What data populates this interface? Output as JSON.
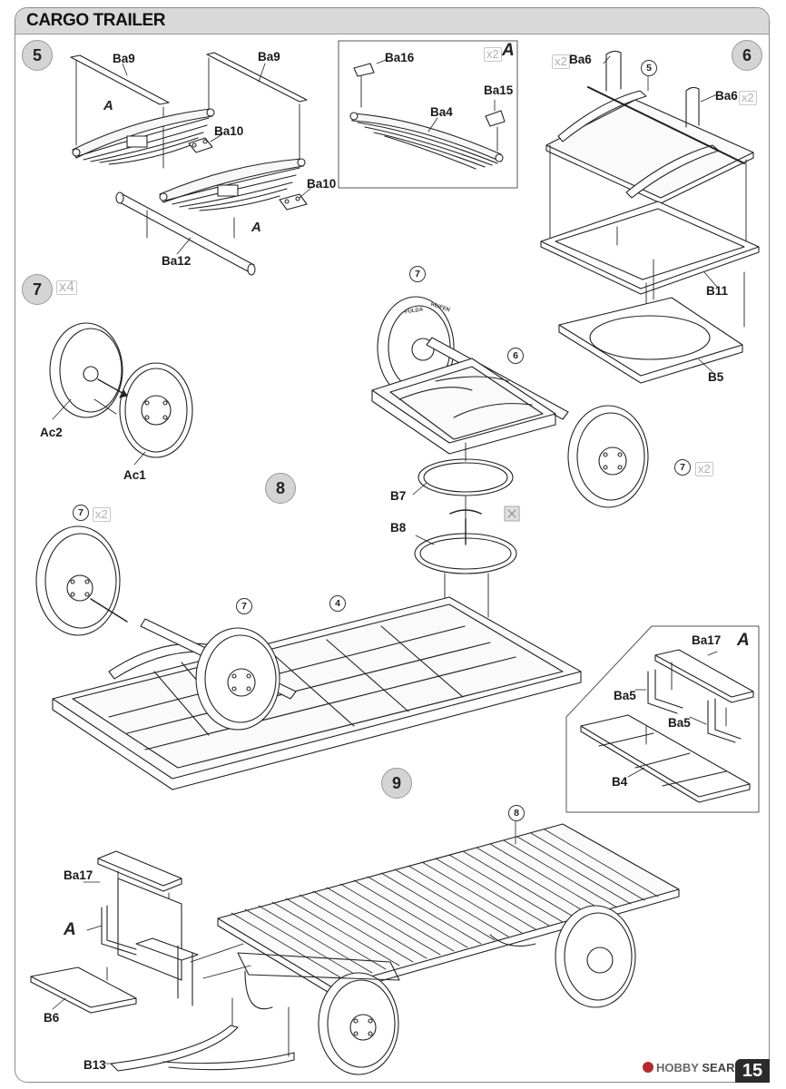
{
  "header": {
    "title": "CARGO TRAILER"
  },
  "steps": {
    "s5": "5",
    "s6": "6",
    "s7": "7",
    "s8": "8",
    "s9": "9"
  },
  "multipliers": {
    "step7": "x4",
    "inset_ba16": "x2",
    "ba6_left": "x2",
    "ba6_right": "x2",
    "wheel_right": "x2",
    "wheel_left": "x2"
  },
  "variants": {
    "inset1": "A",
    "inset2": "A",
    "step5_a1": "A",
    "step5_a2": "A",
    "step9_a": "A"
  },
  "sub_refs": {
    "ref5_in6": "5",
    "ref7_wheel_top": "7",
    "ref6_axle": "6",
    "ref7_wheel_right": "7",
    "ref7_wheel_left": "7",
    "ref7_wheel_mid": "7",
    "ref4_frame": "4",
    "ref8_bed": "8"
  },
  "parts": {
    "ba9_left": "Ba9",
    "ba9_right": "Ba9",
    "ba10_left": "Ba10",
    "ba10_right": "Ba10",
    "ba12": "Ba12",
    "ba16": "Ba16",
    "ba15": "Ba15",
    "ba4": "Ba4",
    "ba6_left": "Ba6",
    "ba6_right": "Ba6",
    "b11": "B11",
    "b5": "B5",
    "ac2": "Ac2",
    "ac1": "Ac1",
    "b7": "B7",
    "b8": "B8",
    "ba17_inset": "Ba17",
    "ba5_a": "Ba5",
    "ba5_b": "Ba5",
    "b4": "B4",
    "ba17_step9": "Ba17",
    "b6": "B6",
    "b13": "B13"
  },
  "tire_text": {
    "brand": "FULDA",
    "model": "REIFEN"
  },
  "footer": {
    "page_number": "15",
    "watermark_a": "HOBBY",
    "watermark_b": "SEARCH"
  }
}
